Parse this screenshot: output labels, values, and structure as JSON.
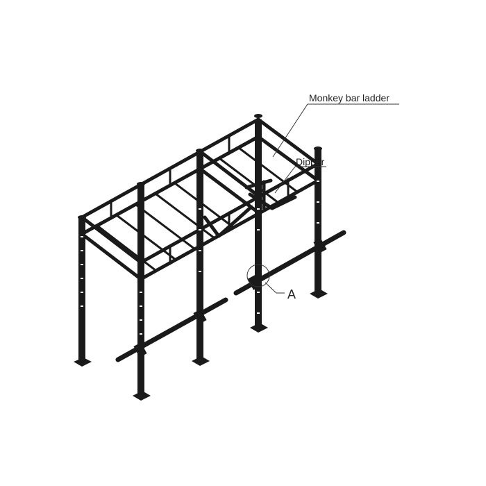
{
  "annotations": {
    "monkey_bar_ladder": "Monkey bar ladder",
    "dipper": "Dipper",
    "detail_a": "A"
  },
  "colors": {
    "frame": "#1a1a1a",
    "background": "#ffffff",
    "leader": "#333333"
  }
}
